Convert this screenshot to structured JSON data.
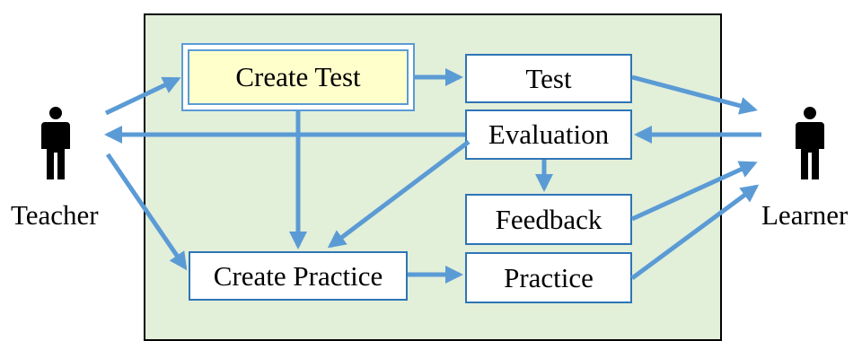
{
  "colors": {
    "arrow": "#5b9bd5",
    "box_border": "#2e75b6",
    "system_bg": "#e2efd9",
    "highlight_fill": "#ffffcc"
  },
  "actors": {
    "teacher": {
      "label": "Teacher",
      "icon": "person-icon"
    },
    "learner": {
      "label": "Learner",
      "icon": "person-icon"
    }
  },
  "nodes": {
    "create_test": "Create Test",
    "test": "Test",
    "evaluation": "Evaluation",
    "feedback": "Feedback",
    "create_practice": "Create Practice",
    "practice": "Practice"
  },
  "edges": [
    {
      "from": "Teacher",
      "to": "Create Test"
    },
    {
      "from": "Teacher",
      "to": "Create Practice"
    },
    {
      "from": "Create Test",
      "to": "Test"
    },
    {
      "from": "Create Test",
      "to": "Create Practice"
    },
    {
      "from": "Test",
      "to": "Learner"
    },
    {
      "from": "Learner",
      "to": "Evaluation"
    },
    {
      "from": "Evaluation",
      "to": "Teacher"
    },
    {
      "from": "Evaluation",
      "to": "Feedback"
    },
    {
      "from": "Evaluation",
      "to": "Create Practice"
    },
    {
      "from": "Feedback",
      "to": "Learner"
    },
    {
      "from": "Create Practice",
      "to": "Practice"
    },
    {
      "from": "Practice",
      "to": "Learner"
    }
  ]
}
